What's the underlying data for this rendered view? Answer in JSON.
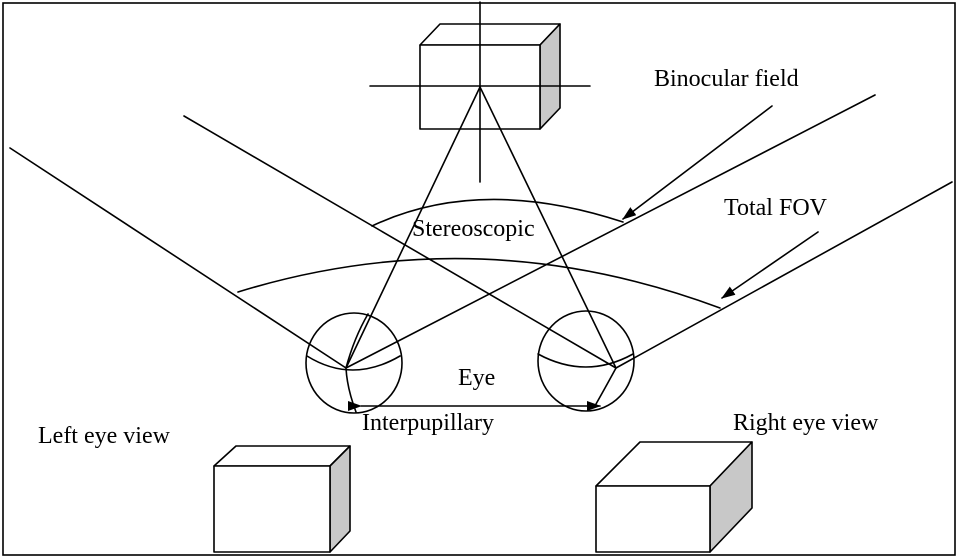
{
  "labels": {
    "binocular_field": "Binocular field",
    "total_fov": "Total FOV",
    "stereoscopic": "Stereoscopic",
    "eye": "Eye",
    "interpupillary": "Interpupillary",
    "left_eye_view": "Left eye view",
    "right_eye_view": "Right eye view"
  },
  "colors": {
    "background": "#ffffff",
    "stroke": "#000000",
    "cube_side_shade": "#c8c8c8"
  }
}
